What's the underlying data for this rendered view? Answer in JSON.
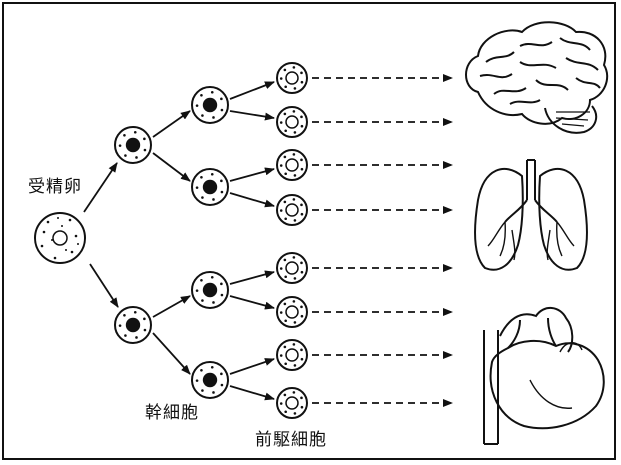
{
  "labels": {
    "fertilized_egg": "受精卵",
    "stem_cell": "幹細胞",
    "progenitor_cell": "前駆細胞"
  },
  "organs": [
    "brain-icon",
    "lungs-icon",
    "heart-icon"
  ],
  "colors": {
    "ink": "#111111",
    "background": "#ffffff"
  }
}
